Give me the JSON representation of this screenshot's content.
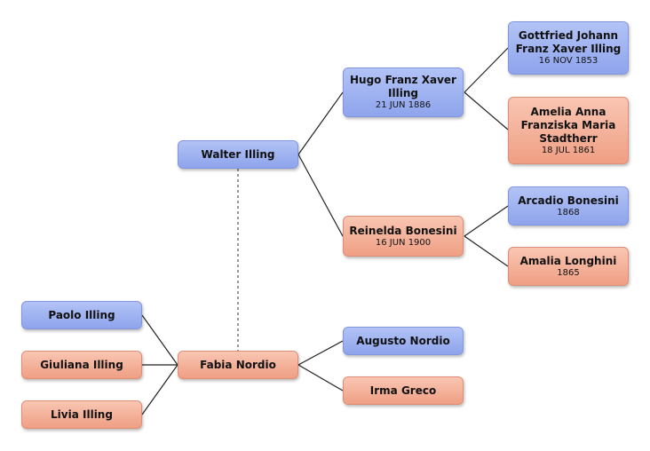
{
  "people": {
    "gottfried": {
      "name": "Gottfried Johann Franz  Xaver Illing",
      "date": "16 NOV 1853",
      "gender": "male"
    },
    "amelia": {
      "name": "Amelia Anna Franziska Maria Stadtherr",
      "date": "18 JUL 1861",
      "gender": "female"
    },
    "arcadio": {
      "name": "Arcadio Bonesini",
      "date": "1868",
      "gender": "male"
    },
    "amalia": {
      "name": "Amalia Longhini",
      "date": "1865",
      "gender": "female"
    },
    "hugo": {
      "name": "Hugo Franz Xaver Illing",
      "date": "21 JUN 1886",
      "gender": "male"
    },
    "reinelda": {
      "name": "Reinelda Bonesini",
      "date": "16 JUN 1900",
      "gender": "female"
    },
    "walter": {
      "name": "Walter Illing",
      "date": "",
      "gender": "male"
    },
    "fabia": {
      "name": "Fabia Nordio",
      "date": "",
      "gender": "female"
    },
    "augusto": {
      "name": "Augusto Nordio",
      "date": "",
      "gender": "male"
    },
    "irma": {
      "name": "Irma Greco",
      "date": "",
      "gender": "female"
    },
    "paolo": {
      "name": "Paolo Illing",
      "date": "",
      "gender": "male"
    },
    "giuliana": {
      "name": "Giuliana Illing",
      "date": "",
      "gender": "female"
    },
    "livia": {
      "name": "Livia Illing",
      "date": "",
      "gender": "female"
    }
  },
  "colors": {
    "male": "#9aaef0",
    "female": "#f3ad94",
    "connector": "#222222",
    "spouse_link": "#555555"
  }
}
